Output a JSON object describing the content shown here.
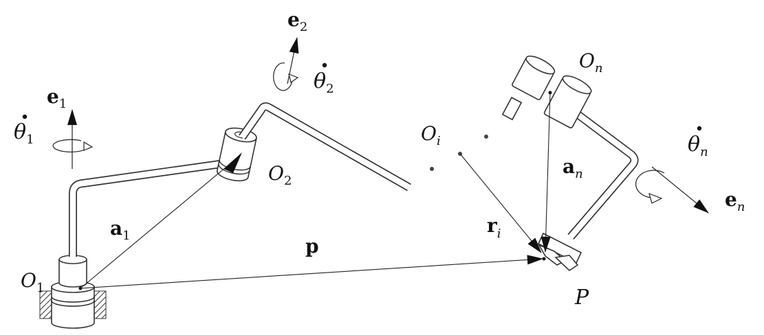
{
  "labels": {
    "O1": {
      "main": "O",
      "sub": "1"
    },
    "O2": {
      "main": "O",
      "sub": "2"
    },
    "Oi": {
      "main": "O",
      "sub": "i"
    },
    "On": {
      "main": "O",
      "sub": "n"
    },
    "P": {
      "main": "P"
    },
    "p": {
      "main": "p"
    },
    "a1": {
      "main": "a",
      "sub": "1"
    },
    "an": {
      "main": "a",
      "sub": "n"
    },
    "ri": {
      "main": "r",
      "sub": "i"
    },
    "e1": {
      "main": "e",
      "sub": "1"
    },
    "e2": {
      "main": "e",
      "sub": "2"
    },
    "en": {
      "main": "e",
      "sub": "n"
    },
    "theta1": {
      "main": "θ",
      "sub": "1"
    },
    "theta2": {
      "main": "θ",
      "sub": "2"
    },
    "thetan": {
      "main": "θ",
      "sub": "n"
    }
  }
}
